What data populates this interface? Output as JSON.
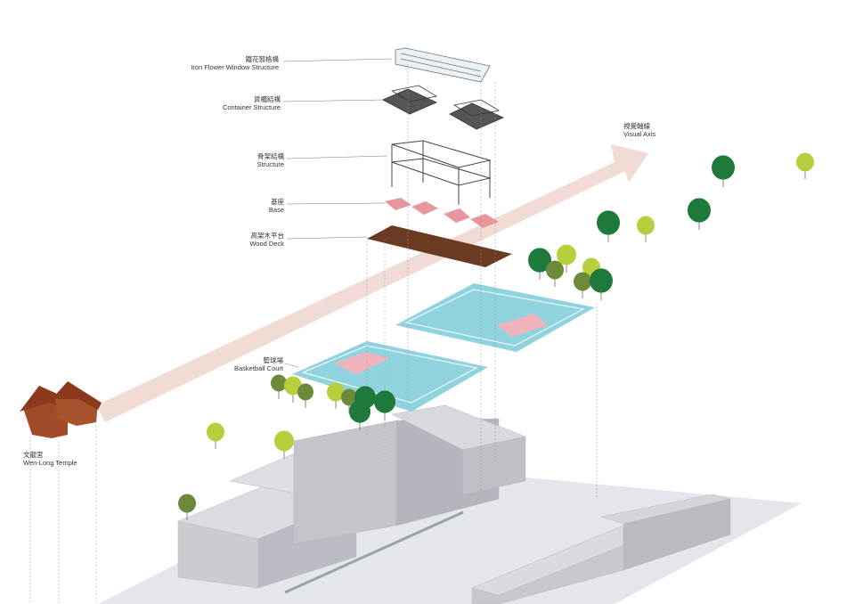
{
  "labels": {
    "iron_window": {
      "zh": "鐵花窗格構",
      "en": "Iron Flower Window Structure"
    },
    "container": {
      "zh": "貨櫃結構",
      "en": "Container Structure"
    },
    "structure": {
      "zh": "骨架結構",
      "en": "Structure"
    },
    "base": {
      "zh": "基座",
      "en": "Base"
    },
    "wood_deck": {
      "zh": "高架木平台",
      "en": "Wood Deck"
    },
    "basketball": {
      "zh": "籃球場",
      "en": "Basketball Court"
    },
    "visual_axis": {
      "zh": "視覺軸線",
      "en": "Visual Axis"
    },
    "temple": {
      "zh": "文龍宮",
      "en": "Wen-Long Temple"
    }
  },
  "colors": {
    "court": "#8fd3df",
    "court_key": "#f0b3bb",
    "deck": "#6b3a22",
    "base": "#e8959e",
    "building": "#c9ccd1",
    "axis_arrow": "#f0d9d3",
    "temple": "#a04a28",
    "tree_dark": "#1e7a3a",
    "tree_mid": "#6d8a3a",
    "tree_light": "#b7cf3c"
  }
}
